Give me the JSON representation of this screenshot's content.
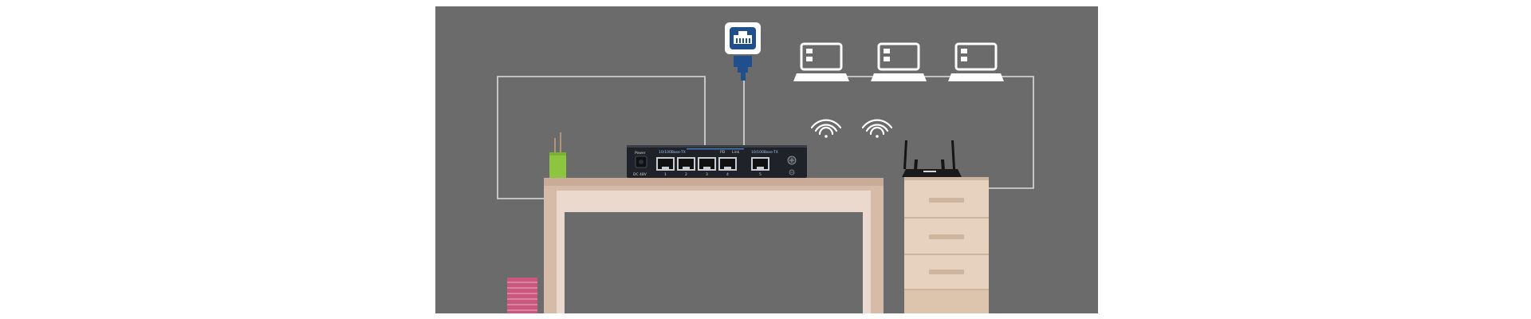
{
  "switch": {
    "power_label": "Power",
    "poe_group_label": "10/100Base-TX",
    "pd_label": "PD",
    "link_label": "Link",
    "uplink_label": "10/100Base-TX",
    "port_numbers": [
      "1",
      "2",
      "3",
      "4"
    ],
    "uplink_number": "5",
    "dc_label": "DC 48V"
  },
  "icons": {
    "internet": "ethernet-port-icon",
    "computers": [
      "laptop-icon",
      "laptop-icon",
      "laptop-icon"
    ],
    "wifi": [
      "wifi-icon",
      "wifi-icon"
    ]
  },
  "colors": {
    "background": "#6b6b6b",
    "cable": "#dcdcdc",
    "port_accent": "#1f4f8c",
    "adapter": "#8cc63f",
    "desk": "#d6bba9",
    "cabinet": "#e6d2bf",
    "trash": "#c9577e"
  }
}
